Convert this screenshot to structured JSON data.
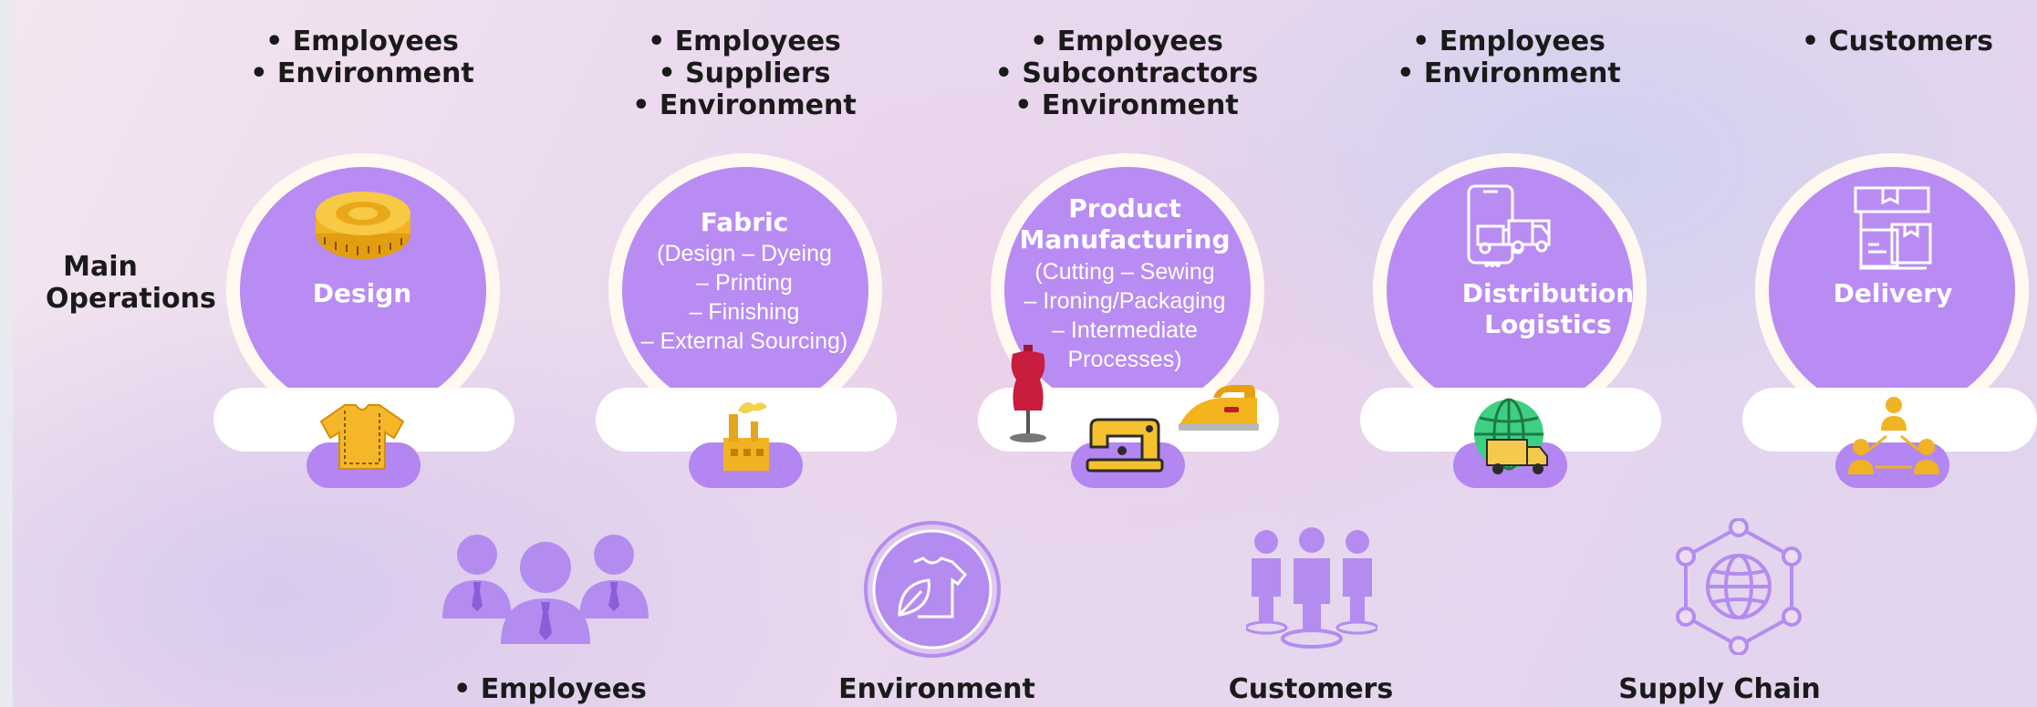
{
  "row_label": "Main\nOperations",
  "stages": [
    {
      "id": "design",
      "title": "Design",
      "subtitle": "",
      "stakeholders": [
        "• Employees",
        "• Environment"
      ],
      "icon": "measuring-tape-icon",
      "pill_icon": "tshirt-pattern-icon"
    },
    {
      "id": "fabric",
      "title": "Fabric",
      "subtitle_lines": [
        "(Design – Dyeing",
        "– Printing",
        "– Finishing",
        "– External Sourcing)"
      ],
      "stakeholders": [
        "• Employees",
        "• Suppliers",
        "• Environment"
      ],
      "icon": "",
      "pill_icon": "factory-icon"
    },
    {
      "id": "manufacturing",
      "title_lines": [
        "Product",
        "Manufacturing"
      ],
      "subtitle_lines": [
        "(Cutting – Sewing",
        "– Ironing/Packaging",
        "– Intermediate",
        "Processes)"
      ],
      "stakeholders": [
        "• Employees",
        "• Subcontractors",
        "• Environment"
      ],
      "icon": "",
      "pill_icons": [
        "mannequin-icon",
        "sewing-machine-icon",
        "iron-icon"
      ]
    },
    {
      "id": "distribution",
      "title_lines": [
        "Distribution",
        "Logistics"
      ],
      "stakeholders": [
        "• Employees",
        "• Environment"
      ],
      "icon": "mobile-delivery-truck-icon",
      "pill_icon": "globe-delivery-truck-icon"
    },
    {
      "id": "delivery",
      "title": "Delivery",
      "stakeholders": [
        "• Customers"
      ],
      "icon": "boxes-icon",
      "pill_icon": "people-network-icon"
    }
  ],
  "bottom_categories": [
    {
      "label": "• Employees",
      "icon": "employees-icon"
    },
    {
      "label": "Environment",
      "icon": "eco-tshirt-icon"
    },
    {
      "label": "Customers",
      "icon": "customers-icon"
    },
    {
      "label": "Supply Chain",
      "icon": "supply-chain-globe-icon"
    }
  ],
  "colors": {
    "bubble": "#b98cf3",
    "bubble_ring": "#fff9ef",
    "tab": "#b486f1",
    "icon_purple": "#b48cf0",
    "icon_gold": "#f0b323",
    "text": "#1a1a1a"
  }
}
